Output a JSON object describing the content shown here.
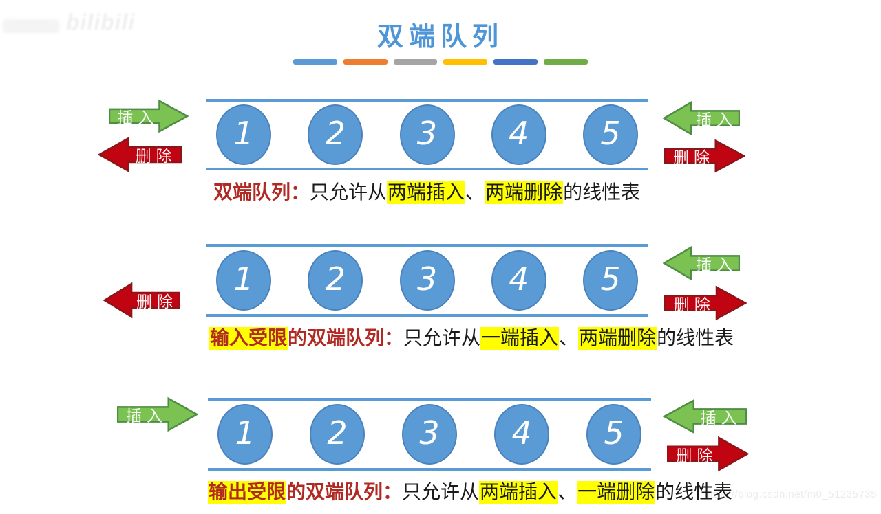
{
  "title": "双端队列",
  "divider_colors": [
    "#5B9BD5",
    "#ED7D31",
    "#A5A5A5",
    "#FFC000",
    "#4472C4",
    "#70AD47"
  ],
  "arrow_labels": {
    "insert": "插入",
    "delete": "删除"
  },
  "queue_items": [
    "1",
    "2",
    "3",
    "4",
    "5"
  ],
  "colors": {
    "queue_blue": "#5B9BD5",
    "node_border": "#4A82BE",
    "insert_green": "#7CC253",
    "insert_green_border": "#4F8D44",
    "delete_red": "#C00412",
    "delete_red_border": "#8C1518",
    "caption_red": "#B02A23",
    "highlight": "#FFFF00",
    "title_blue": "#4E96D8",
    "text_black": "#1A1A1A",
    "watermark_gray": "#EFEFEF"
  },
  "watermark": {
    "bilibili_logo": "bilibili",
    "csdn_url": "https://blog.csdn.net/m0_51235735"
  },
  "diagrams": [
    {
      "id": "deque",
      "caption": [
        {
          "text": "双端队列：",
          "style": "red"
        },
        {
          "text": "只允许从",
          "style": "plain"
        },
        {
          "text": "两端插入",
          "style": "highlight"
        },
        {
          "text": "、",
          "style": "plain"
        },
        {
          "text": "两端删除",
          "style": "highlight"
        },
        {
          "text": "的线性表",
          "style": "plain"
        }
      ]
    },
    {
      "id": "input-restricted-deque",
      "caption": [
        {
          "text": "输入受限",
          "style": "red-highlight"
        },
        {
          "text": "的双端队列：",
          "style": "red"
        },
        {
          "text": "只允许从",
          "style": "plain"
        },
        {
          "text": "一端插入",
          "style": "highlight"
        },
        {
          "text": "、",
          "style": "plain"
        },
        {
          "text": "两端删除",
          "style": "highlight"
        },
        {
          "text": "的线性表",
          "style": "plain"
        }
      ]
    },
    {
      "id": "output-restricted-deque",
      "caption": [
        {
          "text": "输出受限",
          "style": "red-highlight"
        },
        {
          "text": "的双端队列：",
          "style": "red"
        },
        {
          "text": "只允许从",
          "style": "plain"
        },
        {
          "text": "两端插入",
          "style": "highlight"
        },
        {
          "text": "、",
          "style": "plain"
        },
        {
          "text": "一端删除",
          "style": "highlight"
        },
        {
          "text": "的线性表",
          "style": "plain"
        }
      ]
    }
  ]
}
